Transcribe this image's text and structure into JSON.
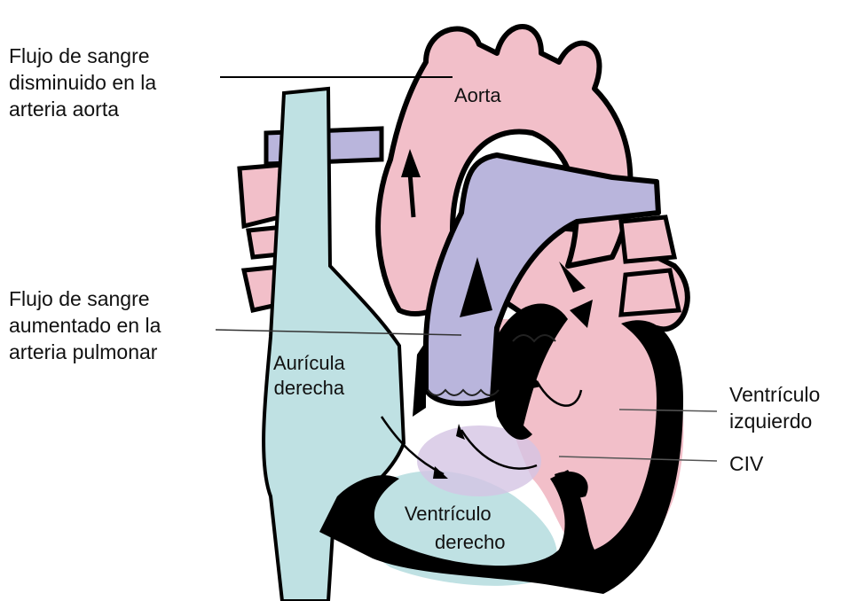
{
  "labels": {
    "aorta_flow": [
      "Flujo de sangre",
      "disminuido en la",
      "arteria aorta"
    ],
    "pulmonary_flow": [
      "Flujo de sangre",
      "aumentado en la",
      "arteria pulmonar"
    ],
    "aorta": "Aorta",
    "right_atrium": [
      "Aurícula",
      "derecha"
    ],
    "right_ventricle": [
      "Ventrículo",
      "derecho"
    ],
    "left_ventricle": [
      "Ventrículo",
      "izquierdo"
    ],
    "civ": "CIV"
  },
  "colors": {
    "oxygenated_pink": "#f2bfc9",
    "deoxygenated_blue": "#bfe1e3",
    "pulmonary_lavender": "#b9b5dc",
    "outline": "#000000"
  }
}
